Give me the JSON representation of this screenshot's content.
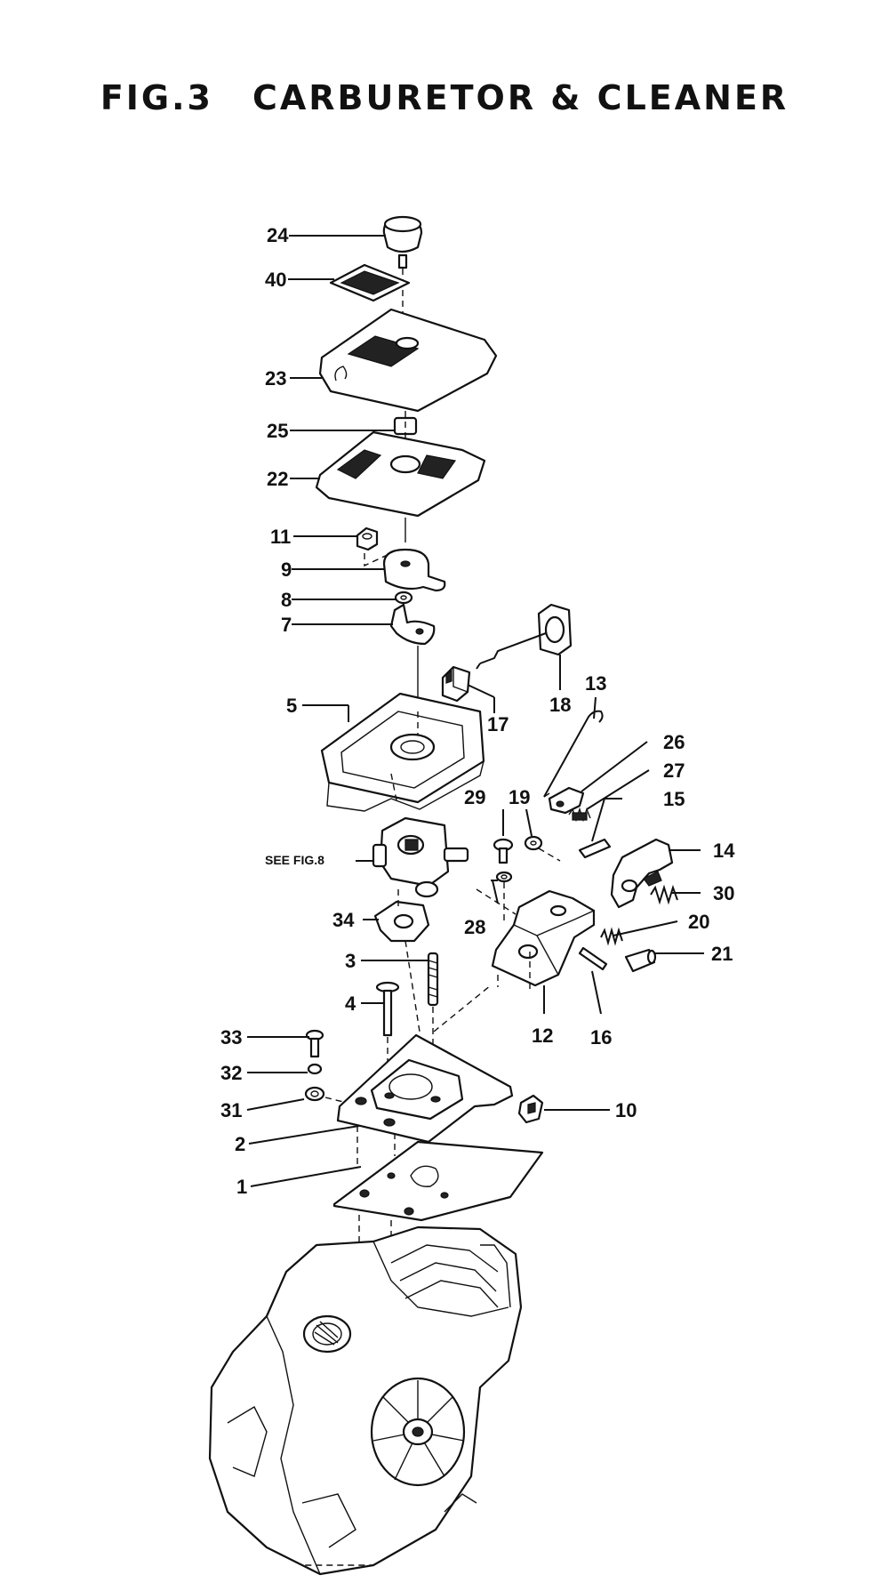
{
  "figure": {
    "number": "FIG.3",
    "title": "CARBURETOR & CLEANER"
  },
  "see_ref": "SEE FIG.8",
  "callouts": [
    {
      "id": "p24",
      "label": "24"
    },
    {
      "id": "p40",
      "label": "40"
    },
    {
      "id": "p23",
      "label": "23"
    },
    {
      "id": "p25",
      "label": "25"
    },
    {
      "id": "p22",
      "label": "22"
    },
    {
      "id": "p11",
      "label": "11"
    },
    {
      "id": "p9",
      "label": "9"
    },
    {
      "id": "p8",
      "label": "8"
    },
    {
      "id": "p7",
      "label": "7"
    },
    {
      "id": "p5",
      "label": "5"
    },
    {
      "id": "p17",
      "label": "17"
    },
    {
      "id": "p18",
      "label": "18"
    },
    {
      "id": "p13",
      "label": "13"
    },
    {
      "id": "p26",
      "label": "26"
    },
    {
      "id": "p27",
      "label": "27"
    },
    {
      "id": "p15",
      "label": "15"
    },
    {
      "id": "p14",
      "label": "14"
    },
    {
      "id": "p30",
      "label": "30"
    },
    {
      "id": "p29",
      "label": "29"
    },
    {
      "id": "p19",
      "label": "19"
    },
    {
      "id": "p28",
      "label": "28"
    },
    {
      "id": "p34",
      "label": "34"
    },
    {
      "id": "p20",
      "label": "20"
    },
    {
      "id": "p21",
      "label": "21"
    },
    {
      "id": "p3",
      "label": "3"
    },
    {
      "id": "p4",
      "label": "4"
    },
    {
      "id": "p12",
      "label": "12"
    },
    {
      "id": "p16",
      "label": "16"
    },
    {
      "id": "p33",
      "label": "33"
    },
    {
      "id": "p32",
      "label": "32"
    },
    {
      "id": "p31",
      "label": "31"
    },
    {
      "id": "p10",
      "label": "10"
    },
    {
      "id": "p2",
      "label": "2"
    },
    {
      "id": "p1",
      "label": "1"
    }
  ]
}
